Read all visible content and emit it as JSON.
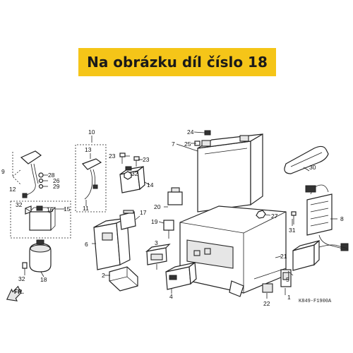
{
  "banner": {
    "text": "Na obrázku díl číslo 18",
    "color": "#f5c518"
  },
  "diagram": {
    "drawing_code": "K849-F1900A",
    "front_label": "FR.",
    "callouts": {
      "c1": "1",
      "c2": "2",
      "c3": "3",
      "c4": "4",
      "c5": "5",
      "c6": "6",
      "c7": "7",
      "c8": "8",
      "c9": "9",
      "c10": "10",
      "c11": "11",
      "c12": "12",
      "c13": "13",
      "c14": "14",
      "c15": "15",
      "c16": "16",
      "c17": "17",
      "c18": "18",
      "c19": "19",
      "c20": "20",
      "c21": "21",
      "c22": "22",
      "c23a": "23",
      "c23b": "23",
      "c24": "24",
      "c25": "25",
      "c26": "26",
      "c27": "27",
      "c28": "28",
      "c29": "29",
      "c30": "30",
      "c31": "31",
      "c32a": "32",
      "c32b": "32",
      "c32c": "32"
    }
  }
}
